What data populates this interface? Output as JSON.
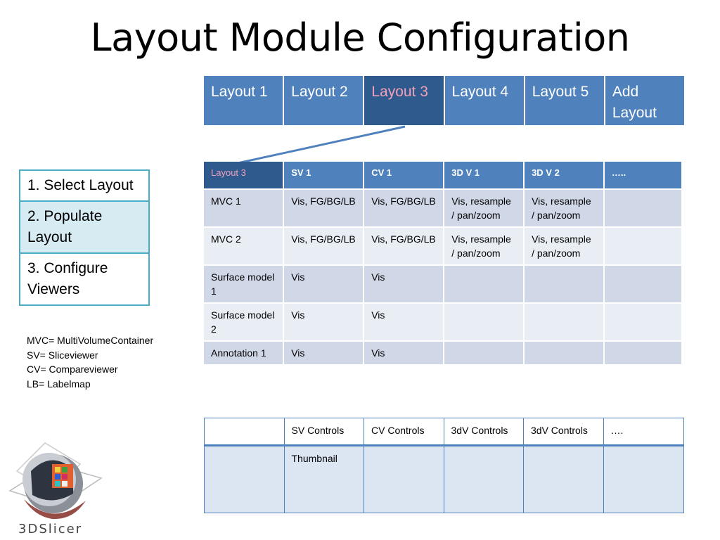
{
  "title": "Layout Module Configuration",
  "tabs": [
    "Layout 1",
    "Layout 2",
    "Layout 3",
    "Layout 4",
    "Layout 5",
    "Add Layout"
  ],
  "steps": [
    "1. Select Layout",
    "2. Populate Layout",
    "3. Configure Viewers"
  ],
  "legend": [
    "MVC= MultiVolumeContainer",
    "SV= Sliceviewer",
    "CV= Compareviewer",
    "LB= Labelmap"
  ],
  "grid": {
    "header": [
      "Layout 3",
      "SV 1",
      "CV 1",
      "3D V 1",
      "3D V 2",
      "….."
    ],
    "rows": [
      [
        "MVC 1",
        "Vis, FG/BG/LB",
        "Vis, FG/BG/LB",
        "Vis, resample / pan/zoom",
        "Vis, resample / pan/zoom",
        ""
      ],
      [
        "MVC 2",
        "Vis, FG/BG/LB",
        "Vis, FG/BG/LB",
        "Vis, resample / pan/zoom",
        "Vis, resample / pan/zoom",
        ""
      ],
      [
        "Surface model 1",
        "Vis",
        "Vis",
        "",
        "",
        ""
      ],
      [
        "Surface model 2",
        "Vis",
        "Vis",
        "",
        "",
        ""
      ],
      [
        "Annotation 1",
        "Vis",
        "Vis",
        "",
        "",
        ""
      ]
    ]
  },
  "controls": {
    "header": [
      "",
      "SV Controls",
      "CV Controls",
      "3dV Controls",
      "3dV Controls",
      "…."
    ],
    "row": [
      "",
      "Thumbnail",
      "",
      "",
      "",
      ""
    ]
  },
  "logo_text": "3DSlicer",
  "colors": {
    "header_blue": "#4f81bd",
    "active_blue": "#2f5a8e",
    "active_text": "#f0a0b8",
    "step_border": "#4bacc6"
  }
}
